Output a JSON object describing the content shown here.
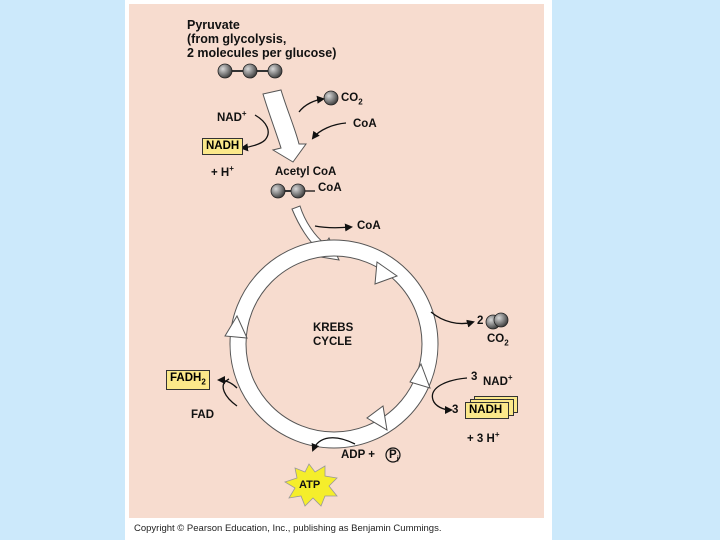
{
  "pyruvate": {
    "line1": "Pyruvate",
    "line2": "(from glycolysis,",
    "line3": "2 molecules per glucose)"
  },
  "step1": {
    "co2": "CO",
    "co2_sub": "2",
    "nad": "NAD",
    "nad_sup": "+",
    "coa_in": "CoA",
    "nadh": "NADH",
    "h_plus": "+ H",
    "h_plus_sup": "+"
  },
  "acetyl": {
    "name": "Acetyl CoA",
    "coa": "CoA",
    "coa_out": "CoA"
  },
  "cycle": {
    "title_line1": "KREBS",
    "title_line2": "CYCLE"
  },
  "outputs": {
    "co2_count": "2",
    "co2": "CO",
    "co2_sub": "2",
    "nad_count": "3",
    "nad": "NAD",
    "nad_sup": "+",
    "nadh_count": "3",
    "nadh": "NADH",
    "h_plus": "+ 3 H",
    "h_plus_sup": "+",
    "fadh": "FADH",
    "fadh_sub": "2",
    "fad": "FAD",
    "adp": "ADP +",
    "pi": "P",
    "pi_sub": "i",
    "atp": "ATP"
  },
  "copyright": "Copyright © Pearson Education, Inc., publishing as Benjamin Cummings.",
  "colors": {
    "background": "#cce9fb",
    "figure_background": "#f7dccf",
    "highlight_box": "#fbe88a",
    "atp_burst": "#f5ee2b"
  }
}
